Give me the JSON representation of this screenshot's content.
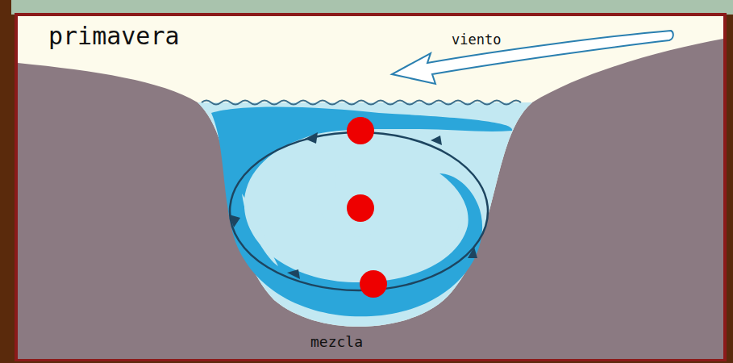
{
  "diagram": {
    "labels": [
      "primavera",
      "viento",
      "mezcla"
    ]
  }
}
